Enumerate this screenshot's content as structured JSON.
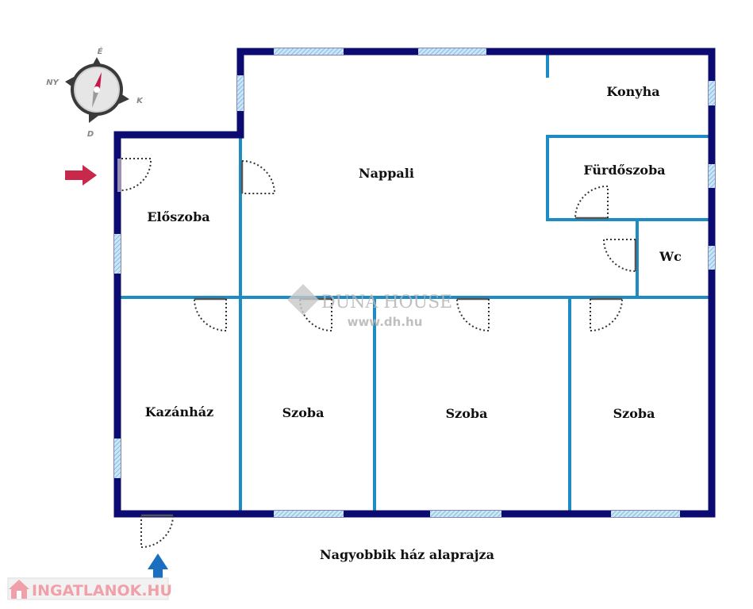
{
  "compass": {
    "north": "É",
    "east": "K",
    "south": "D",
    "west": "NY"
  },
  "rooms": {
    "nappali": "Nappali",
    "konyha": "Konyha",
    "furdoszoba": "Fürdőszoba",
    "wc": "Wc",
    "eloszoba": "Előszoba",
    "kazanhaz": "Kazánház",
    "szoba1": "Szoba",
    "szoba2": "Szoba",
    "szoba3": "Szoba"
  },
  "caption": "Nagyobbik ház alaprajza",
  "watermark": {
    "brand": "DUNA HOUSE",
    "url": "www.dh.hu"
  },
  "logo": "INGATLANOK.HU",
  "colors": {
    "outer_wall": "#0b0b72",
    "inner_wall": "#1e8bc3",
    "window": "#a8d4ee",
    "entry_arrow": "#c8284a",
    "exit_arrow": "#1a6fc0"
  }
}
